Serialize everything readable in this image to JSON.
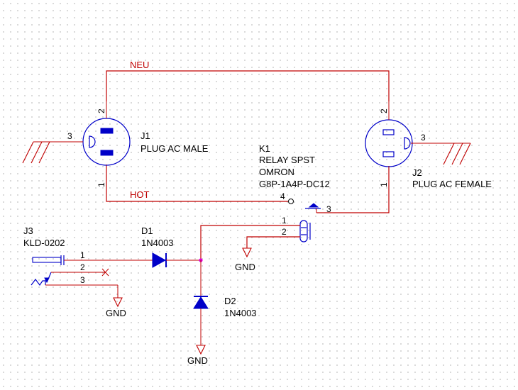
{
  "nets": {
    "neutral": "NEU",
    "hot": "HOT",
    "ground": "GND"
  },
  "components": {
    "j1": {
      "ref": "J1",
      "value": "PLUG AC MALE",
      "pins": [
        "1",
        "2",
        "3"
      ]
    },
    "j2": {
      "ref": "J2",
      "value": "PLUG AC FEMALE",
      "pins": [
        "1",
        "2",
        "3"
      ]
    },
    "k1": {
      "ref": "K1",
      "value": "RELAY SPST",
      "manufacturer": "OMRON",
      "part": "G8P-1A4P-DC12",
      "pins": [
        "1",
        "2",
        "3",
        "4"
      ]
    },
    "j3": {
      "ref": "J3",
      "value": "KLD-0202",
      "pins": [
        "1",
        "2",
        "3"
      ]
    },
    "d1": {
      "ref": "D1",
      "value": "1N4003"
    },
    "d2": {
      "ref": "D2",
      "value": "1N4003"
    }
  },
  "colors": {
    "wire": "#c00000",
    "part_body": "#0000c8",
    "junction": "#e000e0",
    "text": "#000000",
    "grid_dot": "#b8b8b8"
  }
}
